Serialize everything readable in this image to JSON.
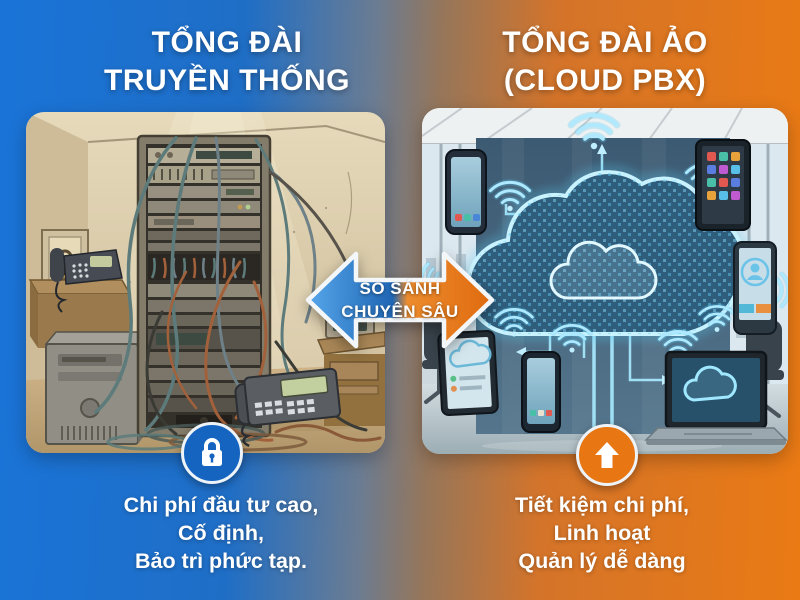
{
  "left_panel": {
    "title": [
      "TỔNG ĐÀI",
      "TRUYỀN THỐNG"
    ],
    "caption": [
      "Chi phí đầu tư cao,",
      "Cố định,",
      "Bảo trì phức tạp."
    ],
    "badge_icon": "lock-icon",
    "accent_color": "#1565c0",
    "illustration": "messy-server-room-with-tangled-cables"
  },
  "right_panel": {
    "title": [
      "TỔNG ĐÀI ẢO",
      "(CLOUD PBX)"
    ],
    "caption": [
      "Tiết kiệm chi phí,",
      "Linh hoạt",
      "Quản lý dễ dàng"
    ],
    "badge_icon": "arrow-up-icon",
    "accent_color": "#e8761a",
    "illustration": "glowing-cloud-connecting-devices-in-office"
  },
  "center_badge": {
    "label": [
      "SO SÁNH",
      "CHUYÊN SÂU"
    ],
    "icon": "double-arrow-icon",
    "left_color": "#2a72c8",
    "right_color": "#e8741a"
  },
  "background": {
    "left_color": "#1a74d8",
    "right_color": "#ea7a14",
    "cloud_glow_color": "#9fe8ff"
  }
}
